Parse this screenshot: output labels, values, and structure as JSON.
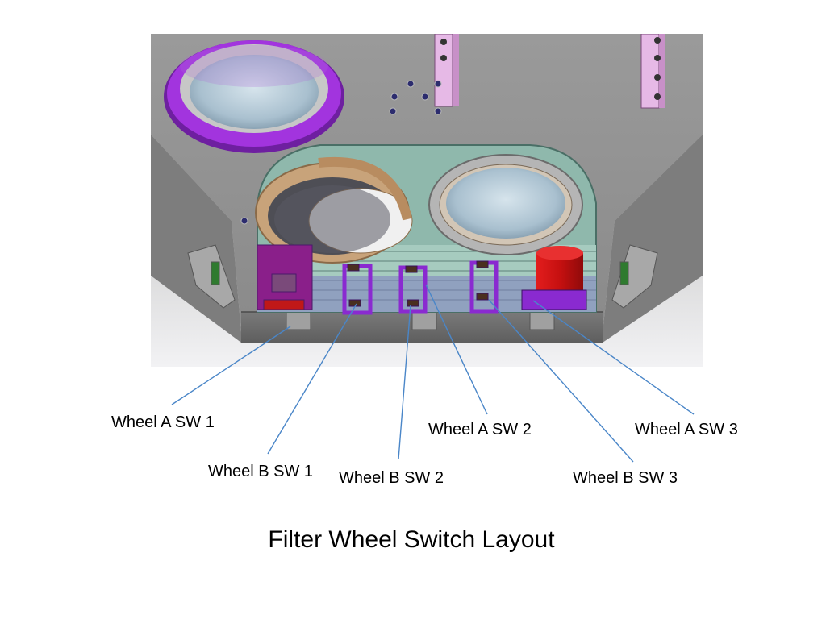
{
  "slide": {
    "title": "Filter Wheel Switch Layout"
  },
  "callouts": [
    {
      "id": "a1",
      "label": "Wheel A SW 1"
    },
    {
      "id": "b1",
      "label": "Wheel B SW 1"
    },
    {
      "id": "b2",
      "label": "Wheel B SW 2"
    },
    {
      "id": "a2",
      "label": "Wheel A SW 2"
    },
    {
      "id": "b3",
      "label": "Wheel B SW 3"
    },
    {
      "id": "a3",
      "label": "Wheel A SW 3"
    }
  ],
  "colors": {
    "leader_line": "#4a86c8",
    "plate": "#8f8f8f",
    "purple_ring": "#9a2fd0",
    "motor_red": "#c81414",
    "switch_bracket": "#8a2ad0",
    "wheel_tan": "#c8a37a",
    "wheel_teal": "#9ec8bc"
  }
}
